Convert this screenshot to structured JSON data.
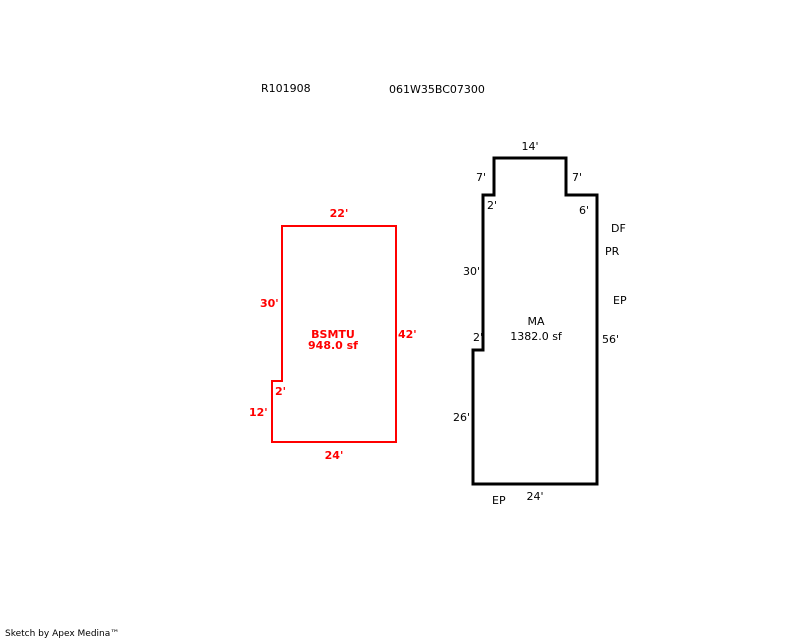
{
  "header": {
    "account": "R101908",
    "map_tax_lot": "061W35BC07300"
  },
  "colors": {
    "basement": "#ff0000",
    "main": "#000000"
  },
  "basement": {
    "label": "BSMTU",
    "area": "948.0 sf",
    "dims": {
      "top": "22'",
      "left_upper": "30'",
      "right": "42'",
      "jog": "2'",
      "left_lower": "12'",
      "bottom": "24'"
    }
  },
  "main": {
    "label": "MA",
    "area": "1382.0 sf",
    "dims": {
      "top": "14'",
      "top_left_step": "7'",
      "top_right_step": "7'",
      "left_jog_top": "2'",
      "right_jog_top": "6'",
      "left_upper": "30'",
      "left_jog_mid": "2'",
      "left_lower": "26'",
      "right": "56'",
      "bottom": "24'"
    },
    "annotations": {
      "df": "DF",
      "pr": "PR",
      "ep_right": "EP",
      "ep_bottom": "EP"
    }
  },
  "footer": {
    "credit": "Sketch by Apex Medina™"
  }
}
